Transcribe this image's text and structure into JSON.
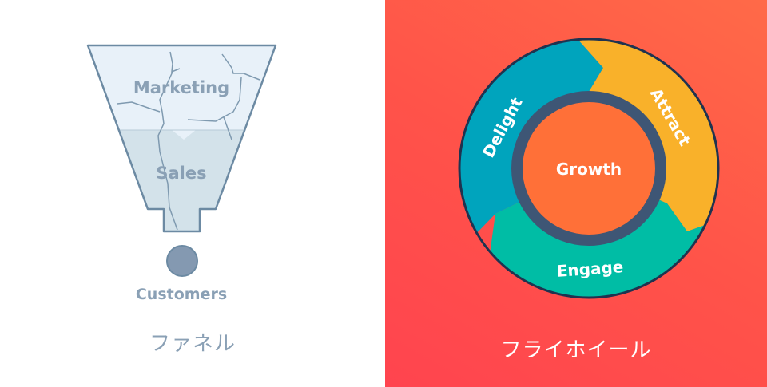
{
  "funnel": {
    "stages": [
      "Marketing",
      "Sales"
    ],
    "output_label": "Customers",
    "caption": "ファネル",
    "colors": {
      "marketing": "#e8f1f9",
      "sales": "#d3e2ea",
      "stroke": "#6c8aa3",
      "text": "#8aa0b5",
      "customer_dot": "#8499b1"
    }
  },
  "flywheel": {
    "center_label": "Growth",
    "segments": [
      {
        "label": "Attract",
        "color": "#f9b12a"
      },
      {
        "label": "Engage",
        "color": "#00bda5"
      },
      {
        "label": "Delight",
        "color": "#00a4bd"
      }
    ],
    "caption": "フライホイール",
    "colors": {
      "center": "#ff7038",
      "ring": "#3e5675",
      "outline": "#1f3350"
    }
  }
}
